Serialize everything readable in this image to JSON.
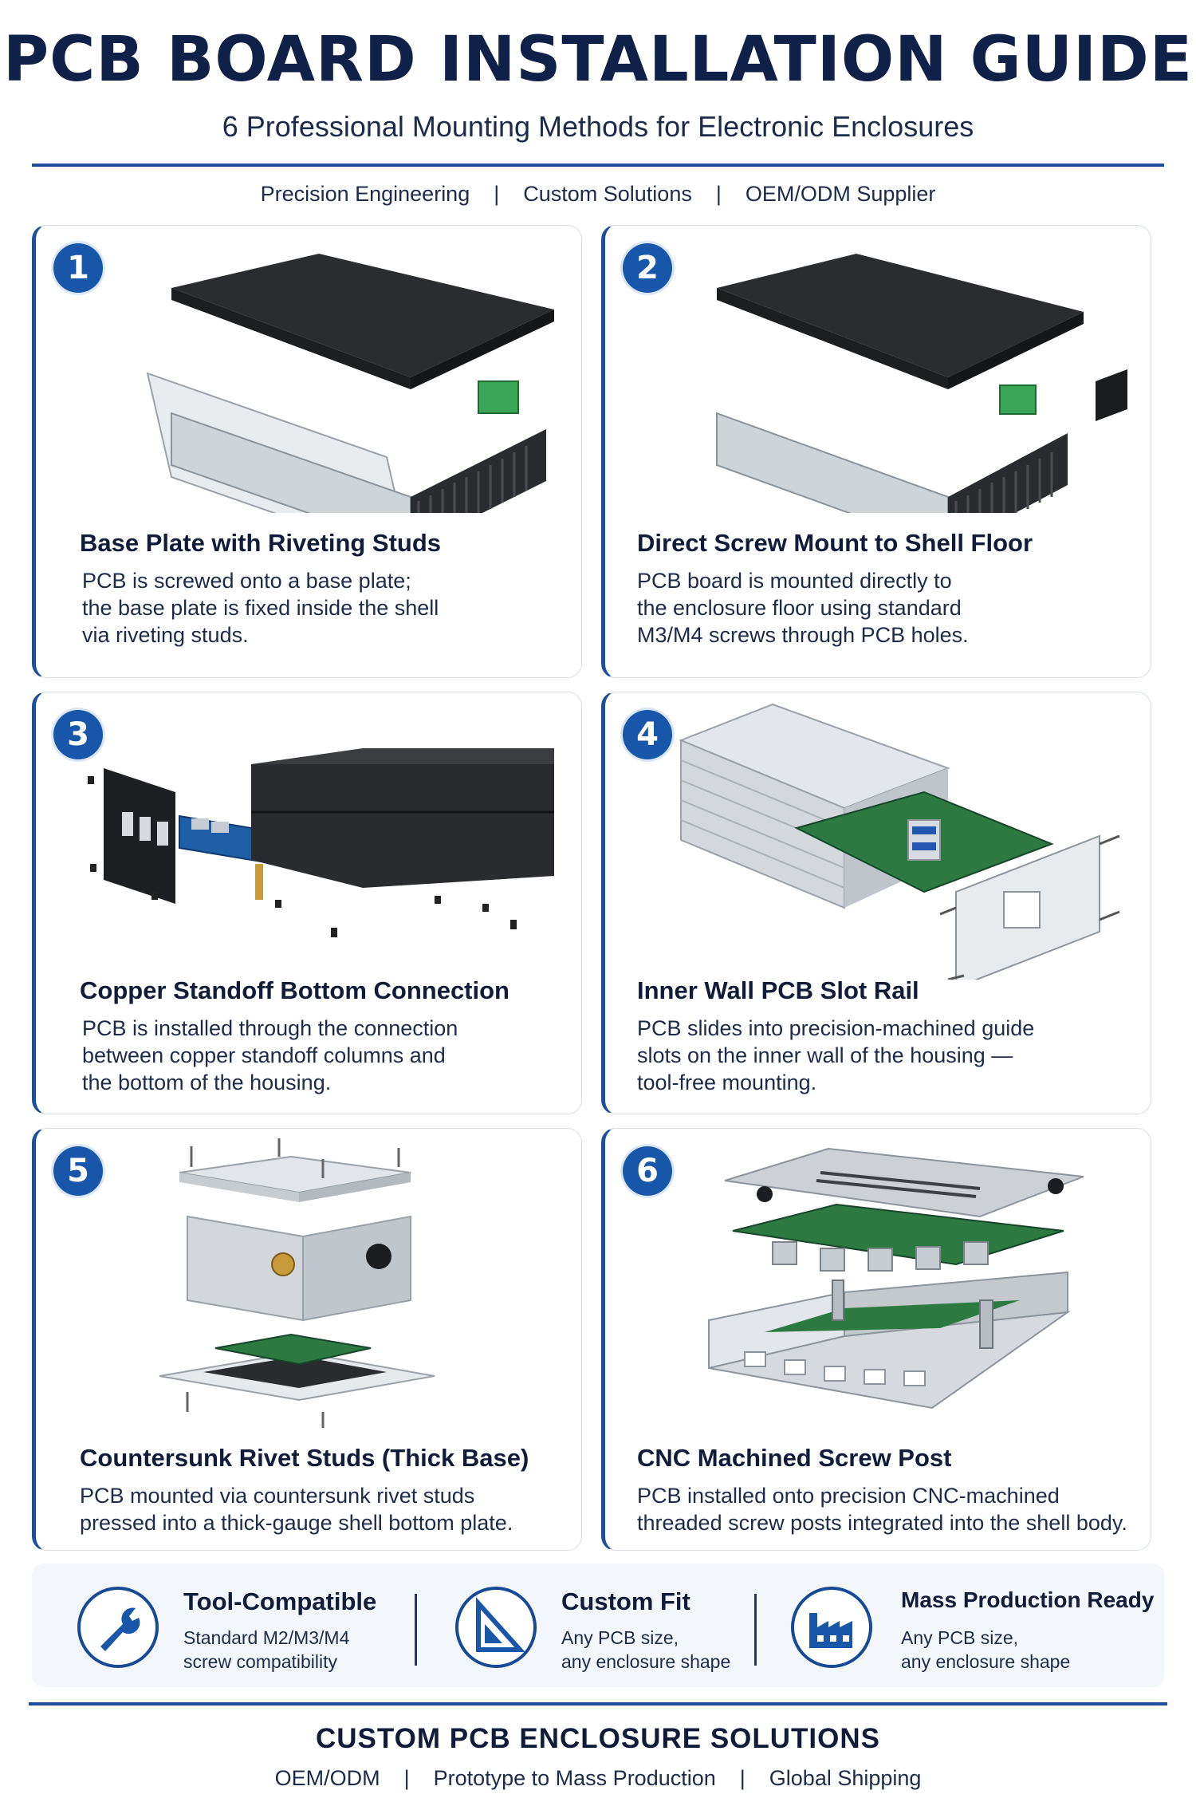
{
  "header": {
    "title": "PCB BOARD INSTALLATION GUIDE",
    "subtitle": "6 Professional Mounting Methods for Electronic Enclosures",
    "tagline": "Precision Engineering    |    Custom Solutions    |    OEM/ODM Supplier"
  },
  "methods": [
    {
      "number": "1",
      "title": "Base Plate with Riveting Studs",
      "description": "PCB is screwed onto a base plate;\nthe base plate is fixed inside the shell\nvia riveting studs.",
      "illustration": "exploded-extruded-enclosure-icon"
    },
    {
      "number": "2",
      "title": "Direct Screw Mount to Shell Floor",
      "description": "PCB board is mounted directly to\nthe enclosure floor using standard\nM3/M4 screws through PCB holes.",
      "illustration": "screw-mount-enclosure-icon"
    },
    {
      "number": "3",
      "title": "Copper Standoff Bottom Connection",
      "description": "PCB is installed through the connection\nbetween copper standoff columns and\nthe bottom of the housing.",
      "illustration": "standoff-enclosure-icon"
    },
    {
      "number": "4",
      "title": "Inner Wall PCB Slot Rail",
      "description": "PCB slides into precision-machined guide\nslots on the inner wall of the housing —\ntool-free mounting.",
      "illustration": "slot-rail-enclosure-icon"
    },
    {
      "number": "5",
      "title": "Countersunk Rivet Studs (Thick Base)",
      "description": "PCB mounted via countersunk rivet studs\npressed into a thick-gauge shell bottom plate.",
      "illustration": "countersunk-box-icon"
    },
    {
      "number": "6",
      "title": "CNC Machined Screw Post",
      "description": "PCB installed onto precision CNC-machined\nthreaded screw posts integrated into the shell body.",
      "illustration": "cnc-screw-post-icon"
    }
  ],
  "features": [
    {
      "title": "Tool-Compatible",
      "description": "Standard M2/M3/M4\nscrew compatibility",
      "icon": "wrench-icon"
    },
    {
      "title": "Custom Fit",
      "description": "Any PCB size,\nany enclosure shape",
      "icon": "set-square-icon"
    },
    {
      "title": "Mass Production Ready",
      "description": "Any PCB size,\nany enclosure shape",
      "icon": "factory-icon"
    }
  ],
  "footer": {
    "title": "CUSTOM PCB ENCLOSURE SOLUTIONS",
    "line": "OEM/ODM    |    Prototype to Mass Production    |    Global Shipping"
  },
  "colors": {
    "accent": "#1756a8",
    "title": "#0f2148",
    "panel": "#f3f6fa"
  }
}
